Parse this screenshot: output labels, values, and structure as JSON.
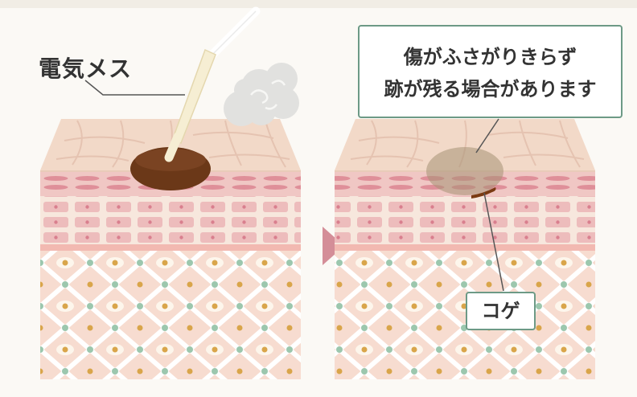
{
  "labels": {
    "electric_scalpel": "電気メス",
    "result_line1": "傷がふさがりきらず",
    "result_line2": "跡が残る場合があります",
    "char": "コゲ"
  },
  "colors": {
    "epidermis_top": "#f2d9c8",
    "crease": "#e5c3b1",
    "basal_layer": "#f0c7c4",
    "basal_stripe": "#df8f99",
    "dermis_cells": "#f7e7dd",
    "cell": "#edbcbc",
    "cell_nucleus": "#d97f8e",
    "subcutis": "#f7dcd0",
    "lattice": "#ffffff",
    "lattice_dot": "#9cc7ae",
    "fat_eye": "#fdf6ec",
    "fat_yolk": "#d9a54a",
    "wound": "#6b3818",
    "scar": "#a69274",
    "arrow": "#d48e98",
    "callout_border": "#6d9a86",
    "leader": "#555555"
  }
}
